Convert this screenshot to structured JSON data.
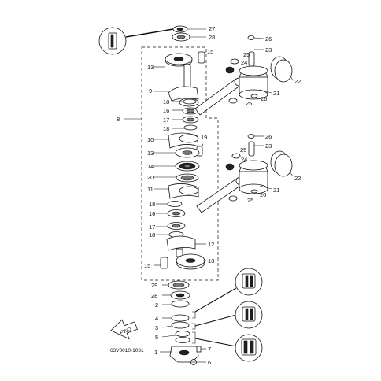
{
  "diagram": {
    "code": "63V0010-1031",
    "fwd_label": "FWD",
    "labels": [
      {
        "text": "27"
      },
      {
        "text": "28"
      },
      {
        "text": "26"
      },
      {
        "text": "15"
      },
      {
        "text": "23"
      },
      {
        "text": "25"
      },
      {
        "text": "24"
      },
      {
        "text": "13"
      },
      {
        "text": "22"
      },
      {
        "text": "9"
      },
      {
        "text": "21"
      },
      {
        "text": "26"
      },
      {
        "text": "18"
      },
      {
        "text": "25"
      },
      {
        "text": "16"
      },
      {
        "text": "8"
      },
      {
        "text": "17"
      },
      {
        "text": "18"
      },
      {
        "text": "26"
      },
      {
        "text": "10"
      },
      {
        "text": "19"
      },
      {
        "text": "23"
      },
      {
        "text": "25"
      },
      {
        "text": "13"
      },
      {
        "text": "24"
      },
      {
        "text": "14"
      },
      {
        "text": "22"
      },
      {
        "text": "20"
      },
      {
        "text": "21"
      },
      {
        "text": "11"
      },
      {
        "text": "26"
      },
      {
        "text": "25"
      },
      {
        "text": "18"
      },
      {
        "text": "16"
      },
      {
        "text": "17"
      },
      {
        "text": "18"
      },
      {
        "text": "12"
      },
      {
        "text": "13"
      },
      {
        "text": "15"
      },
      {
        "text": "29"
      },
      {
        "text": "28"
      },
      {
        "text": "2"
      },
      {
        "text": "4"
      },
      {
        "text": "3"
      },
      {
        "text": "5"
      },
      {
        "text": "7"
      },
      {
        "text": "1"
      },
      {
        "text": "6"
      }
    ]
  }
}
